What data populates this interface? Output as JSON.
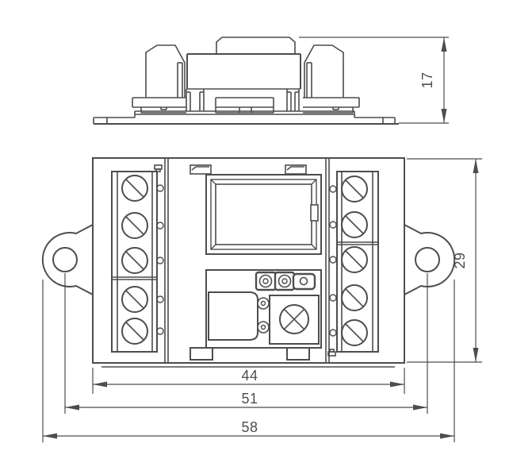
{
  "drawing": {
    "kind": "technical-dimension-drawing",
    "background_color": "#ffffff",
    "line_color": "#4d4d4d",
    "text_color": "#4d4d4d",
    "dimensions": {
      "side_height": "17",
      "front_height": "29",
      "body_width": "44",
      "mounting_hole_spacing": "51",
      "overall_width": "58"
    }
  }
}
